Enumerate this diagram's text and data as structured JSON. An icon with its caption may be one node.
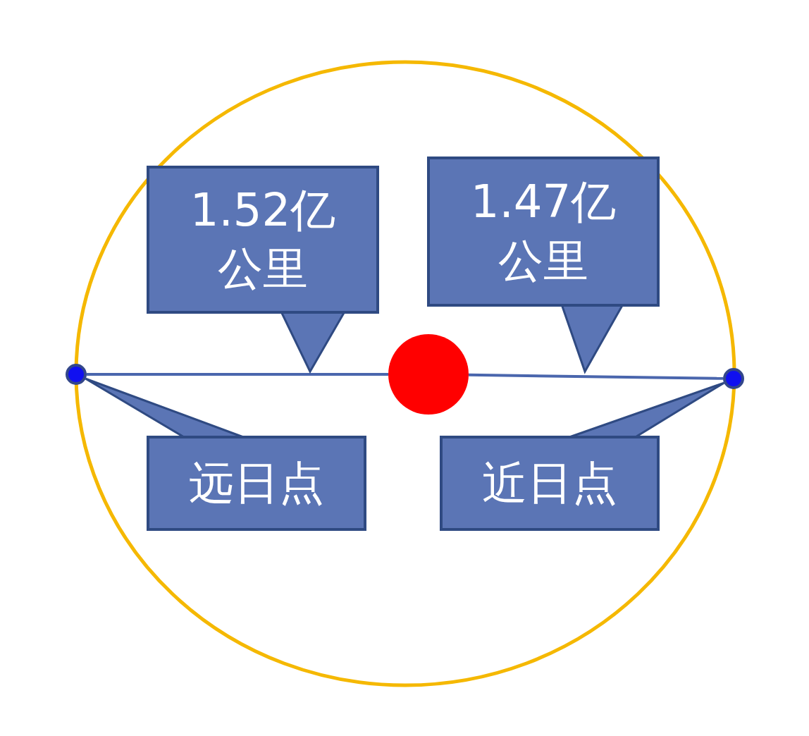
{
  "diagram": {
    "nodes": [
      {
        "text": [
          "1.52亿公里"
        ]
      },
      {
        "text": [
          "1.47亿公里"
        ]
      },
      {
        "text": [],
        "shape": "circle"
      },
      {
        "text": [],
        "shape": "circle"
      },
      {
        "text": [],
        "shape": "circle"
      },
      {
        "text": [
          "远日点"
        ]
      },
      {
        "text": [
          "近日点"
        ]
      }
    ],
    "edges": [
      {
        "from": 2,
        "to": 3,
        "arrow": "none"
      },
      {
        "from": 3,
        "to": 4,
        "arrow": "none"
      },
      {
        "from": 0,
        "to": null,
        "arrow": "to"
      },
      {
        "from": 1,
        "to": null,
        "arrow": "to"
      },
      {
        "from": 5,
        "to": 2,
        "arrow": "both"
      },
      {
        "from": 6,
        "to": 4,
        "arrow": "both"
      }
    ]
  }
}
